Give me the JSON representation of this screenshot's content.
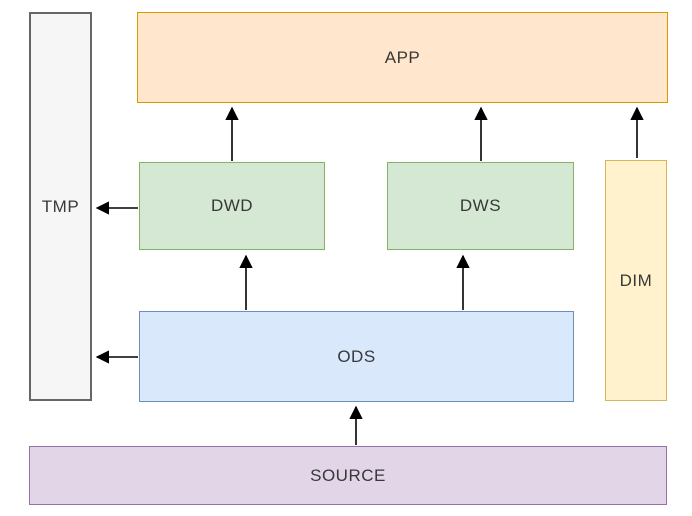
{
  "diagram": {
    "type": "flowchart",
    "title": "data-warehouse-layers",
    "background_color": "#ffffff",
    "arrow_color": "#000000",
    "text_color": "#383838",
    "nodes": {
      "tmp": {
        "label": "TMP",
        "fill": "#f6f6f6",
        "stroke": "#666666"
      },
      "app": {
        "label": "APP",
        "fill": "#ffe6cc",
        "stroke": "#d79b00"
      },
      "dwd": {
        "label": "DWD",
        "fill": "#d5e8d4",
        "stroke": "#82b366"
      },
      "dws": {
        "label": "DWS",
        "fill": "#d5e8d4",
        "stroke": "#82b366"
      },
      "dim": {
        "label": "DIM",
        "fill": "#fff2cc",
        "stroke": "#d6b656"
      },
      "ods": {
        "label": "ODS",
        "fill": "#dae8fc",
        "stroke": "#6c8ebf"
      },
      "source": {
        "label": "SOURCE",
        "fill": "#e1d5e7",
        "stroke": "#9673a6"
      }
    },
    "edges": [
      {
        "from": "source",
        "to": "ods"
      },
      {
        "from": "ods",
        "to": "dwd"
      },
      {
        "from": "ods",
        "to": "dws"
      },
      {
        "from": "ods",
        "to": "tmp"
      },
      {
        "from": "dwd",
        "to": "tmp"
      },
      {
        "from": "dwd",
        "to": "app"
      },
      {
        "from": "dws",
        "to": "app"
      },
      {
        "from": "dim",
        "to": "app"
      }
    ]
  }
}
